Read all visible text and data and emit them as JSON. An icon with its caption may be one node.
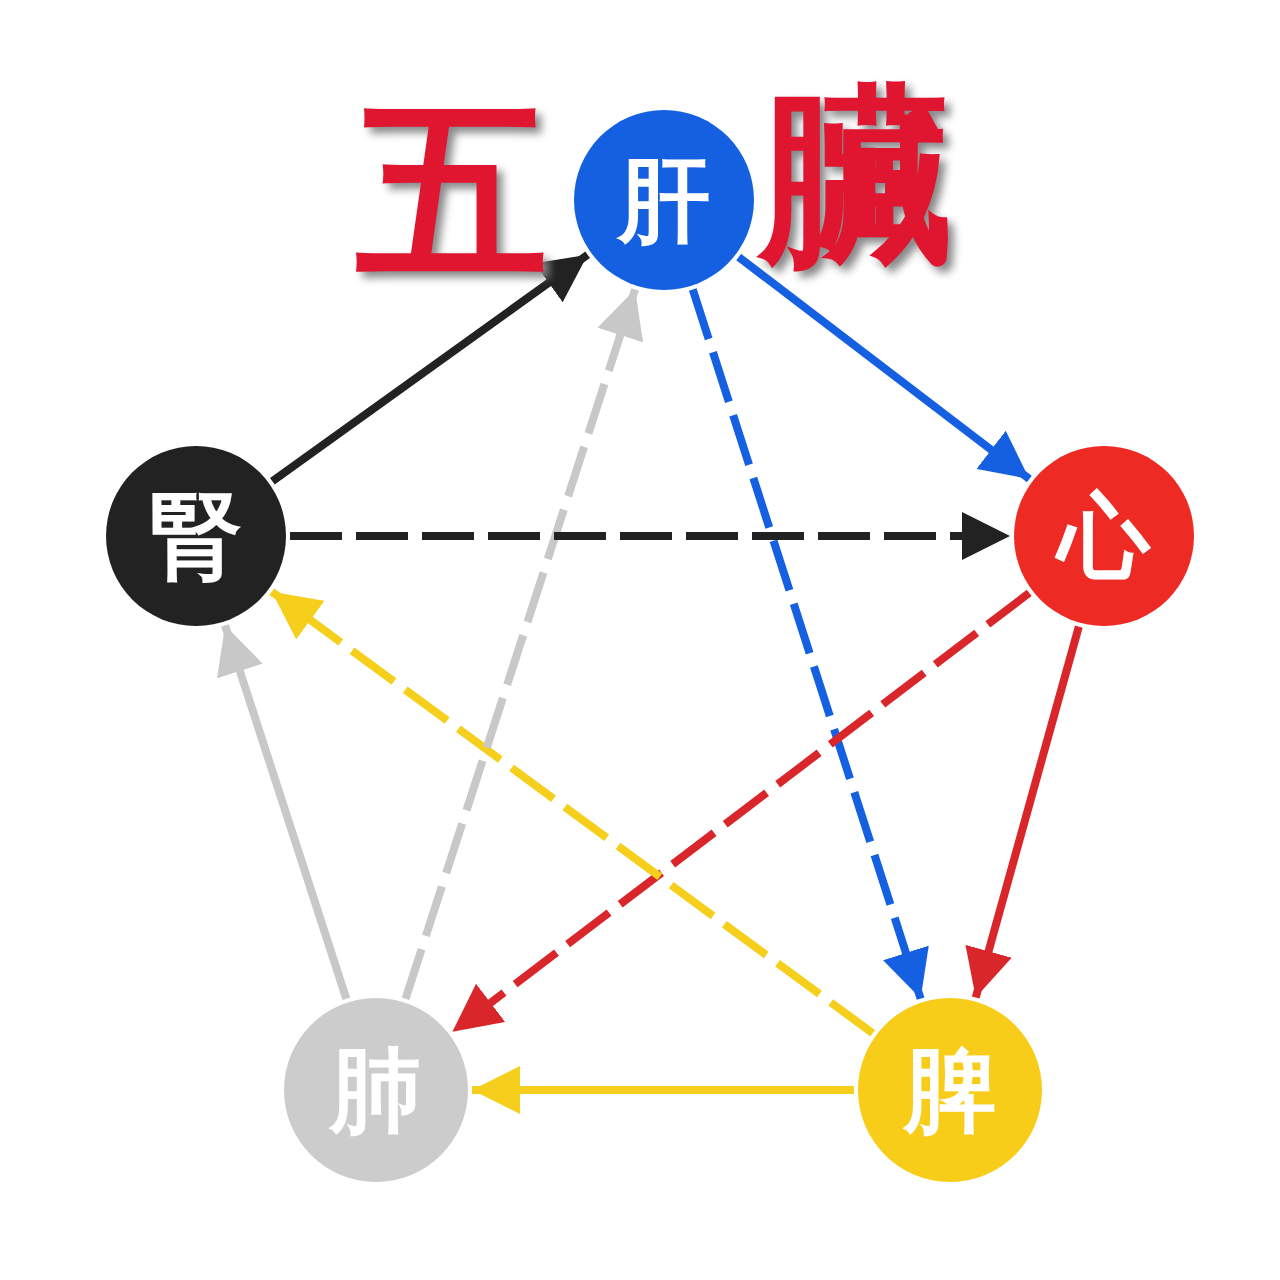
{
  "diagram": {
    "nodes": [
      {
        "text": [
          "肝"
        ]
      },
      {
        "text": [
          "心"
        ]
      },
      {
        "text": [
          "脾"
        ]
      },
      {
        "text": [
          "肺"
        ]
      },
      {
        "text": [
          "腎"
        ]
      }
    ],
    "edges": [
      {
        "from": 0,
        "to": 1,
        "arrow": "to",
        "color": "#1560e0"
      },
      {
        "from": 1,
        "to": 2,
        "arrow": "to",
        "color": "#d8262a"
      },
      {
        "from": 2,
        "to": 3,
        "arrow": "to",
        "color": "#f5cf1c"
      },
      {
        "from": 3,
        "to": 4,
        "arrow": "to",
        "color": "#c8c8c8"
      },
      {
        "from": 4,
        "to": 0,
        "arrow": "to",
        "color": "#222222"
      },
      {
        "from": 0,
        "to": 2,
        "arrow": "to",
        "style": "dashed",
        "color": "#1560e0"
      },
      {
        "from": 1,
        "to": 3,
        "arrow": "to",
        "style": "dashed",
        "color": "#d8262a"
      },
      {
        "from": 2,
        "to": 4,
        "arrow": "to",
        "style": "dashed",
        "color": "#f5cf1c"
      },
      {
        "from": 3,
        "to": 0,
        "arrow": "to",
        "style": "dashed",
        "color": "#c8c8c8"
      },
      {
        "from": 4,
        "to": 1,
        "arrow": "to",
        "style": "dashed",
        "color": "#222222"
      }
    ],
    "labels": [
      "五",
      "臟"
    ]
  }
}
